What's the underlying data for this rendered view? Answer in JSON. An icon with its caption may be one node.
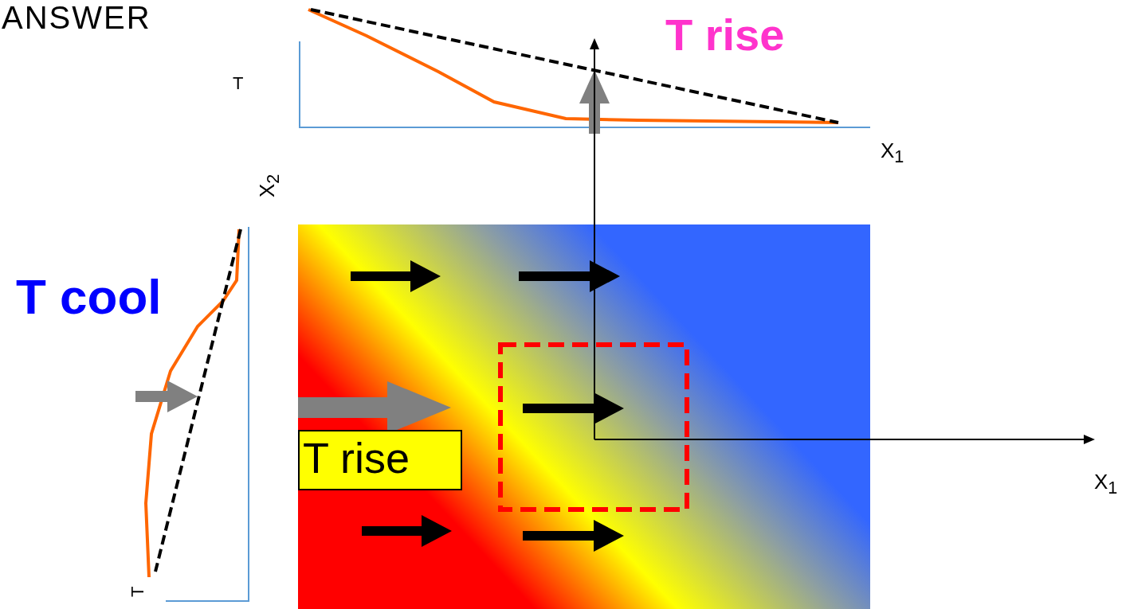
{
  "diagram": {
    "title": "ANSWER",
    "nodes": [
      {
        "text": [
          "T rise"
        ]
      }
    ],
    "labels": [
      "T rise",
      "T",
      "X$_{1}$",
      "X$_{2}$",
      "T cool",
      "X$_{1}$",
      "T"
    ]
  }
}
